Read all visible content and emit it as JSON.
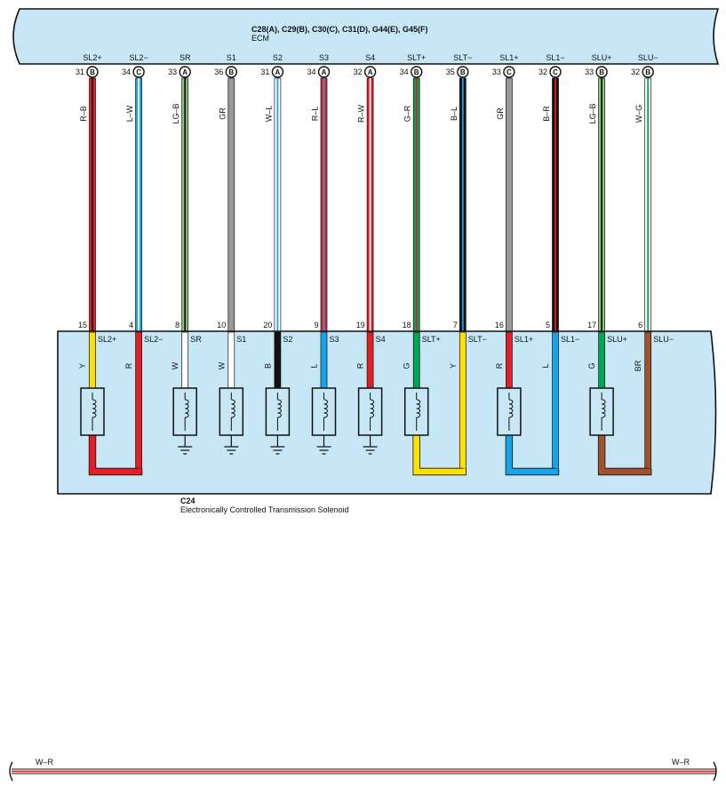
{
  "ecm": {
    "connectors": "C28(A), C29(B), C30(C), C31(D), G44(E), G45(F)",
    "name": "ECM"
  },
  "solenoid": {
    "connector": "C24",
    "name": "Electronically Controlled Transmission Solenoid"
  },
  "pins": [
    {
      "sig": "SL2+",
      "ecmPin": "31",
      "conn": "B",
      "code": "R–B",
      "base": "#e31e24",
      "stripe": "#111111",
      "solPin": "15",
      "solCode": "Y",
      "solColor": "#ffe000",
      "bottom": "coil"
    },
    {
      "sig": "SL2−",
      "ecmPin": "34",
      "conn": "C",
      "code": "L–W",
      "base": "#1aa3e8",
      "stripe": "#ffffff",
      "solPin": "4",
      "solCode": "R",
      "solColor": "#e31e24",
      "bottom": "none"
    },
    {
      "sig": "SR",
      "ecmPin": "33",
      "conn": "A",
      "code": "LG–B",
      "base": "#8cc87a",
      "stripe": "#111111",
      "solPin": "8",
      "solCode": "W",
      "solColor": "#ffffff",
      "bottom": "gnd"
    },
    {
      "sig": "S1",
      "ecmPin": "36",
      "conn": "B",
      "code": "GR",
      "base": "#999999",
      "stripe": "",
      "solPin": "10",
      "solCode": "W",
      "solColor": "#ffffff",
      "bottom": "gnd"
    },
    {
      "sig": "S2",
      "ecmPin": "31",
      "conn": "A",
      "code": "W–L",
      "base": "#ffffff",
      "stripe": "#1aa3e8",
      "solPin": "20",
      "solCode": "B",
      "solColor": "#111111",
      "bottom": "gnd"
    },
    {
      "sig": "S3",
      "ecmPin": "34",
      "conn": "A",
      "code": "R–L",
      "base": "#e31e24",
      "stripe": "#1aa3e8",
      "solPin": "9",
      "solCode": "L",
      "solColor": "#1aa3e8",
      "bottom": "gnd"
    },
    {
      "sig": "S4",
      "ecmPin": "32",
      "conn": "A",
      "code": "R–W",
      "base": "#e31e24",
      "stripe": "#ffffff",
      "solPin": "19",
      "solCode": "R",
      "solColor": "#e31e24",
      "bottom": "gnd"
    },
    {
      "sig": "SLT+",
      "ecmPin": "34",
      "conn": "B",
      "code": "G–R",
      "base": "#00a651",
      "stripe": "#e31e24",
      "solPin": "18",
      "solCode": "G",
      "solColor": "#00a651",
      "bottom": "coil"
    },
    {
      "sig": "SLT−",
      "ecmPin": "35",
      "conn": "B",
      "code": "B–L",
      "base": "#111111",
      "stripe": "#1aa3e8",
      "solPin": "7",
      "solCode": "Y",
      "solColor": "#ffe000",
      "bottom": "none"
    },
    {
      "sig": "SL1+",
      "ecmPin": "33",
      "conn": "C",
      "code": "GR",
      "base": "#999999",
      "stripe": "",
      "solPin": "16",
      "solCode": "R",
      "solColor": "#e31e24",
      "bottom": "coil"
    },
    {
      "sig": "SL1−",
      "ecmPin": "32",
      "conn": "C",
      "code": "B–R",
      "base": "#111111",
      "stripe": "#e31e24",
      "solPin": "5",
      "solCode": "L",
      "solColor": "#1aa3e8",
      "bottom": "none"
    },
    {
      "sig": "SLU+",
      "ecmPin": "33",
      "conn": "B",
      "code": "LG–B",
      "base": "#8cc87a",
      "stripe": "#111111",
      "solPin": "17",
      "solCode": "G",
      "solColor": "#00a651",
      "bottom": "coil"
    },
    {
      "sig": "SLU−",
      "ecmPin": "32",
      "conn": "B",
      "code": "W–G",
      "base": "#ffffff",
      "stripe": "#00a651",
      "solPin": "6",
      "solCode": "BR",
      "solColor": "#a0522d",
      "bottom": "none"
    }
  ],
  "loops": [
    {
      "from": 0,
      "to": 1,
      "color": "#e31e24"
    },
    {
      "from": 7,
      "to": 8,
      "color": "#ffe000"
    },
    {
      "from": 9,
      "to": 10,
      "color": "#1aa3e8"
    },
    {
      "from": 11,
      "to": 12,
      "color": "#a0522d"
    }
  ],
  "footer": {
    "left": "W–R",
    "right": "W–R",
    "base": "#ffffff",
    "stripe": "#e31e24"
  },
  "colors": {
    "panel": "#c7e7f7",
    "outline": "#111111"
  }
}
